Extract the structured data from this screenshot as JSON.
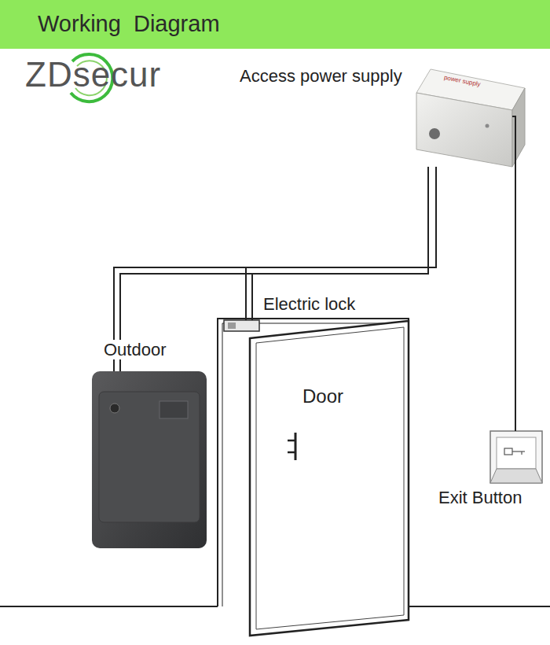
{
  "diagram": {
    "title": "Working  Diagram",
    "nodes": [
      {
        "text": [
          "Access power supply"
        ]
      },
      {
        "text": [
          "Electric lock"
        ]
      },
      {
        "text": [
          "Outdoor"
        ]
      },
      {
        "text": [
          "Door"
        ]
      },
      {
        "text": [
          "Exit Button"
        ]
      }
    ],
    "edges": [
      {
        "from": 0,
        "to": 2,
        "arrow": "none"
      },
      {
        "from": 0,
        "to": 1,
        "arrow": "none"
      },
      {
        "from": 0,
        "to": 4,
        "arrow": "none"
      }
    ],
    "labels": [
      "ZDsecur",
      "power supply"
    ]
  }
}
